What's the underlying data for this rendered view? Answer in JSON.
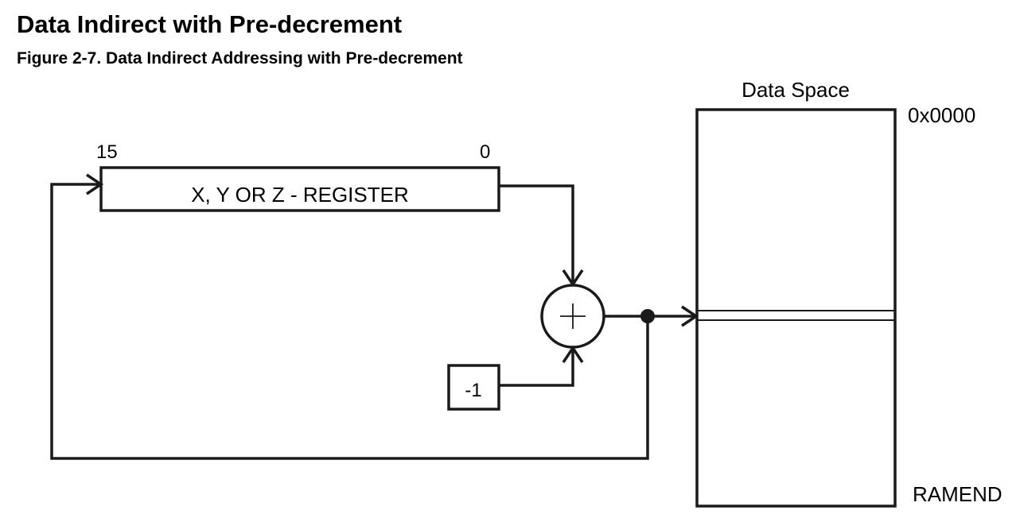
{
  "header": {
    "section_title": "Data Indirect with Pre-decrement",
    "figure_caption": "Figure 2-7.  Data Indirect Addressing with Pre-decrement"
  },
  "diagram": {
    "register": {
      "label": "X, Y OR Z - REGISTER",
      "msb_label": "15",
      "lsb_label": "0"
    },
    "decrement_box": {
      "label": "-1"
    },
    "adder": {
      "symbol": "+"
    },
    "data_space": {
      "title": "Data Space",
      "top_address": "0x0000",
      "bottom_address": "RAMEND"
    }
  },
  "colors": {
    "stroke": "#1a1a1a",
    "text": "#000000",
    "background": "#ffffff"
  }
}
